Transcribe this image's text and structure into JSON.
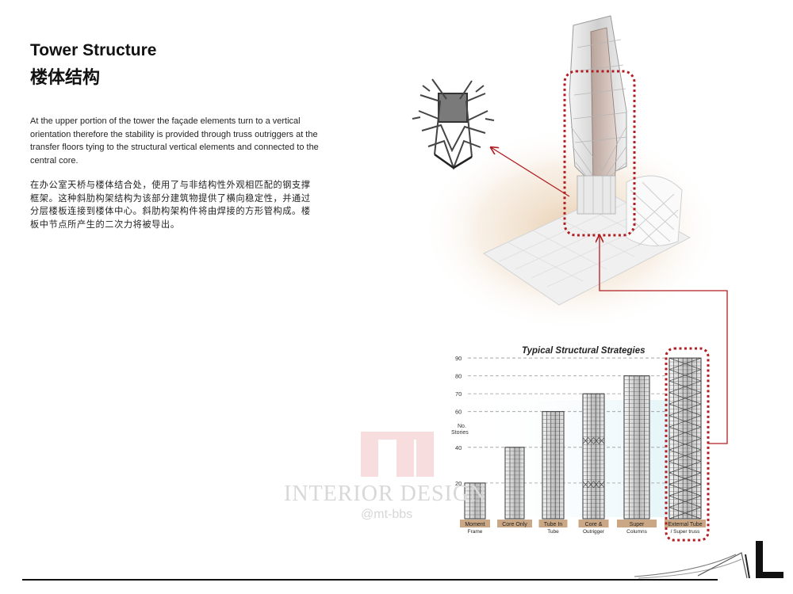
{
  "header": {
    "title_en": "Tower Structure",
    "title_zh": "楼体结构"
  },
  "body": {
    "paragraph_en": "At the upper portion of the tower the façade elements turn to a vertical orientation therefore the stability is provided through truss outriggers at the transfer floors tying to the structural vertical elements and connected to the central core.",
    "paragraph_zh": "在办公室天桥与楼体结合处，使用了与非结构性外观相匹配的钢支撑框架。这种斜肋构架结构为该部分建筑物提供了横向稳定性，并通过分层楼板连接到楼体中心。斜肋构架构件将由焊接的方形管构成。楼板中节点所产生的二次力将被导出。"
  },
  "watermark": {
    "text": "INTERIOR DESIGN",
    "sub": "@mt-bbs"
  },
  "chart": {
    "title": "Typical Structural Strategies",
    "y_label": "No. Stories",
    "y_ticks": [
      "90",
      "80",
      "70",
      "60",
      "40",
      "20"
    ],
    "highlight_color": "#b01e23"
  },
  "chart_data": {
    "type": "bar",
    "title": "Typical Structural Strategies",
    "ylabel": "No. Stories",
    "ylim": [
      0,
      90
    ],
    "categories": [
      {
        "label_1": "Moment",
        "label_2": "Frame"
      },
      {
        "label_1": "Core Only",
        "label_2": ""
      },
      {
        "label_1": "Tube In",
        "label_2": "Tube"
      },
      {
        "label_1": "Core &",
        "label_2": "Outrigger"
      },
      {
        "label_1": "Super",
        "label_2": "Columns"
      },
      {
        "label_1": "External Tube",
        "label_2": "/ Super truss"
      }
    ],
    "values": [
      20,
      40,
      60,
      70,
      80,
      90
    ]
  }
}
